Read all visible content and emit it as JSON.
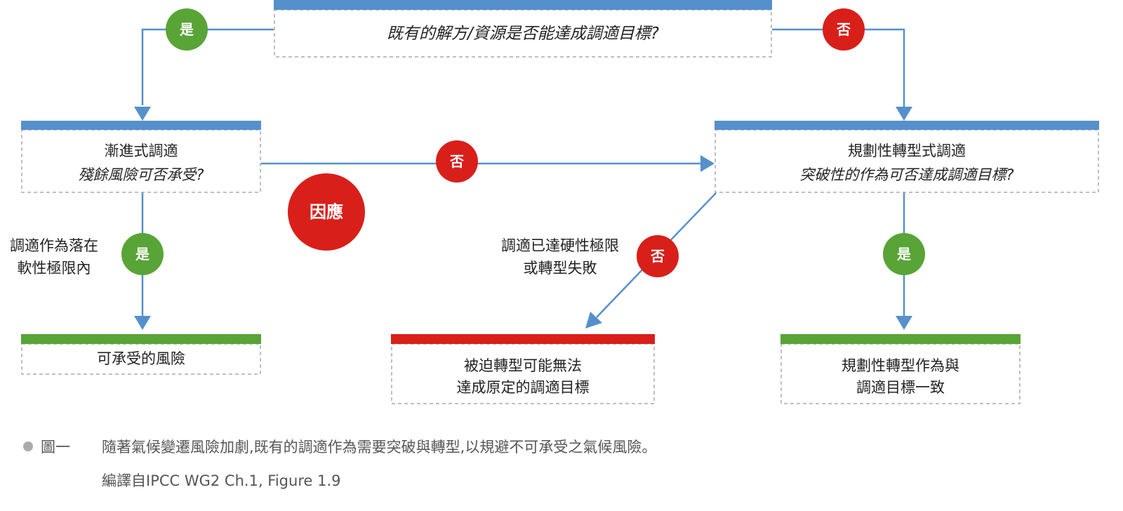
{
  "colors": {
    "blue": "#5590cc",
    "green": "#58a436",
    "red": "#d91f1a",
    "caption": "#555555"
  },
  "nodes": {
    "top_question": "既有的解方/資源是否能達成調適目標?",
    "incremental_title": "漸進式調適",
    "incremental_question": "殘餘風險可否承受?",
    "transformational_title": "規劃性轉型式調適",
    "transformational_question": "突破性的作為可否達成調適目標?",
    "acceptable_risk": "可承受的風險",
    "forced_line1": "被迫轉型可能無法",
    "forced_line2": "達成原定的調適目標",
    "aligned_line1": "規劃性轉型作為與",
    "aligned_line2": "調適目標一致"
  },
  "badges": {
    "yes": "是",
    "no": "否",
    "response": "因應"
  },
  "annotations": {
    "soft_limit_line1": "調適作為落在",
    "soft_limit_line2": "軟性極限內",
    "hard_limit_line1": "調適已達硬性極限",
    "hard_limit_line2": "或轉型失敗"
  },
  "caption": {
    "label": "圖一",
    "text": "隨著氣候變遷風險加劇,既有的調適作為需要突破與轉型,以規避不可承受之氣候風險。",
    "source": "編譯自IPCC WG2 Ch.1, Figure 1.9"
  }
}
